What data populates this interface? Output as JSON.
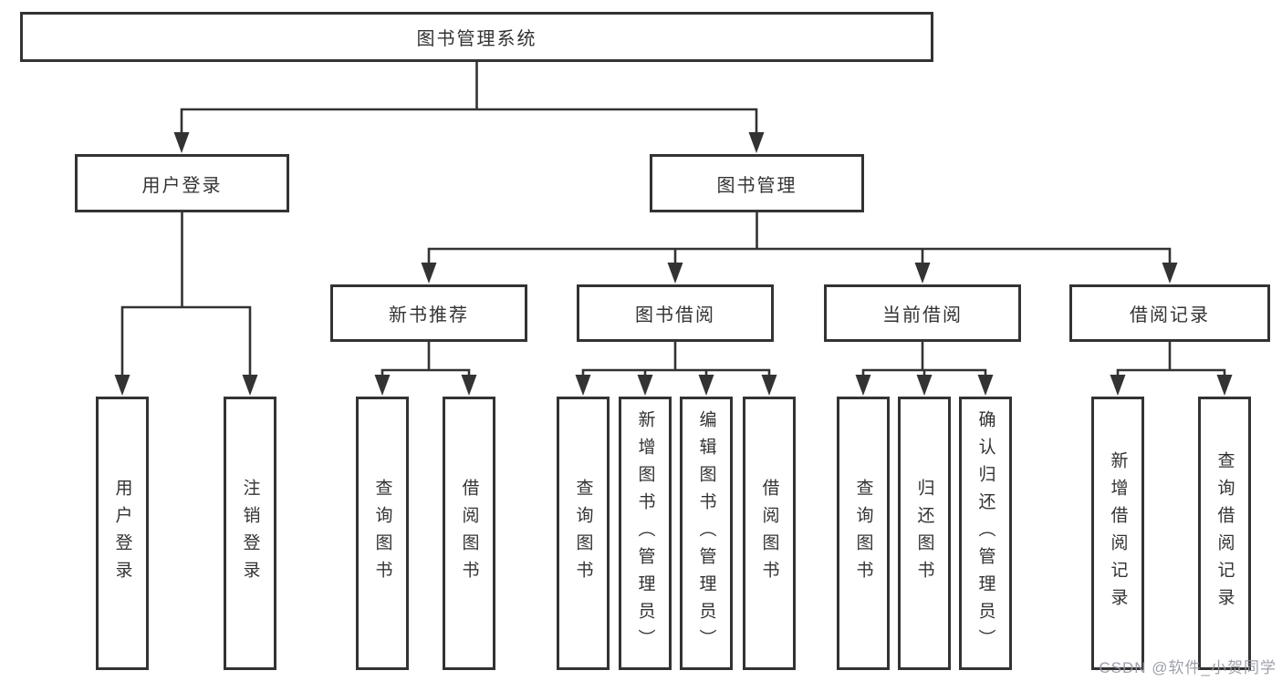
{
  "diagram": {
    "root": {
      "label": "图书管理系统",
      "children": [
        {
          "label": "用户登录",
          "children": [
            {
              "label": "用户登录"
            },
            {
              "label": "注销登录"
            }
          ]
        },
        {
          "label": "图书管理",
          "children": [
            {
              "label": "新书推荐",
              "children": [
                {
                  "label": "查询图书"
                },
                {
                  "label": "借阅图书"
                }
              ]
            },
            {
              "label": "图书借阅",
              "children": [
                {
                  "label": "查询图书"
                },
                {
                  "label": "新增图书（管理员）"
                },
                {
                  "label": "编辑图书（管理员）"
                },
                {
                  "label": "借阅图书"
                }
              ]
            },
            {
              "label": "当前借阅",
              "children": [
                {
                  "label": "查询图书"
                },
                {
                  "label": "归还图书"
                },
                {
                  "label": "确认归还（管理员）"
                }
              ]
            },
            {
              "label": "借阅记录",
              "children": [
                {
                  "label": "新增借阅记录"
                },
                {
                  "label": "查询借阅记录"
                }
              ]
            }
          ]
        }
      ]
    },
    "colors": {
      "line": "#333333",
      "box_border": "#333333",
      "text": "#333333",
      "background": "#ffffff",
      "watermark": "#9496a2"
    }
  },
  "watermark": {
    "text": "CSDN @软件_小贺同学"
  }
}
